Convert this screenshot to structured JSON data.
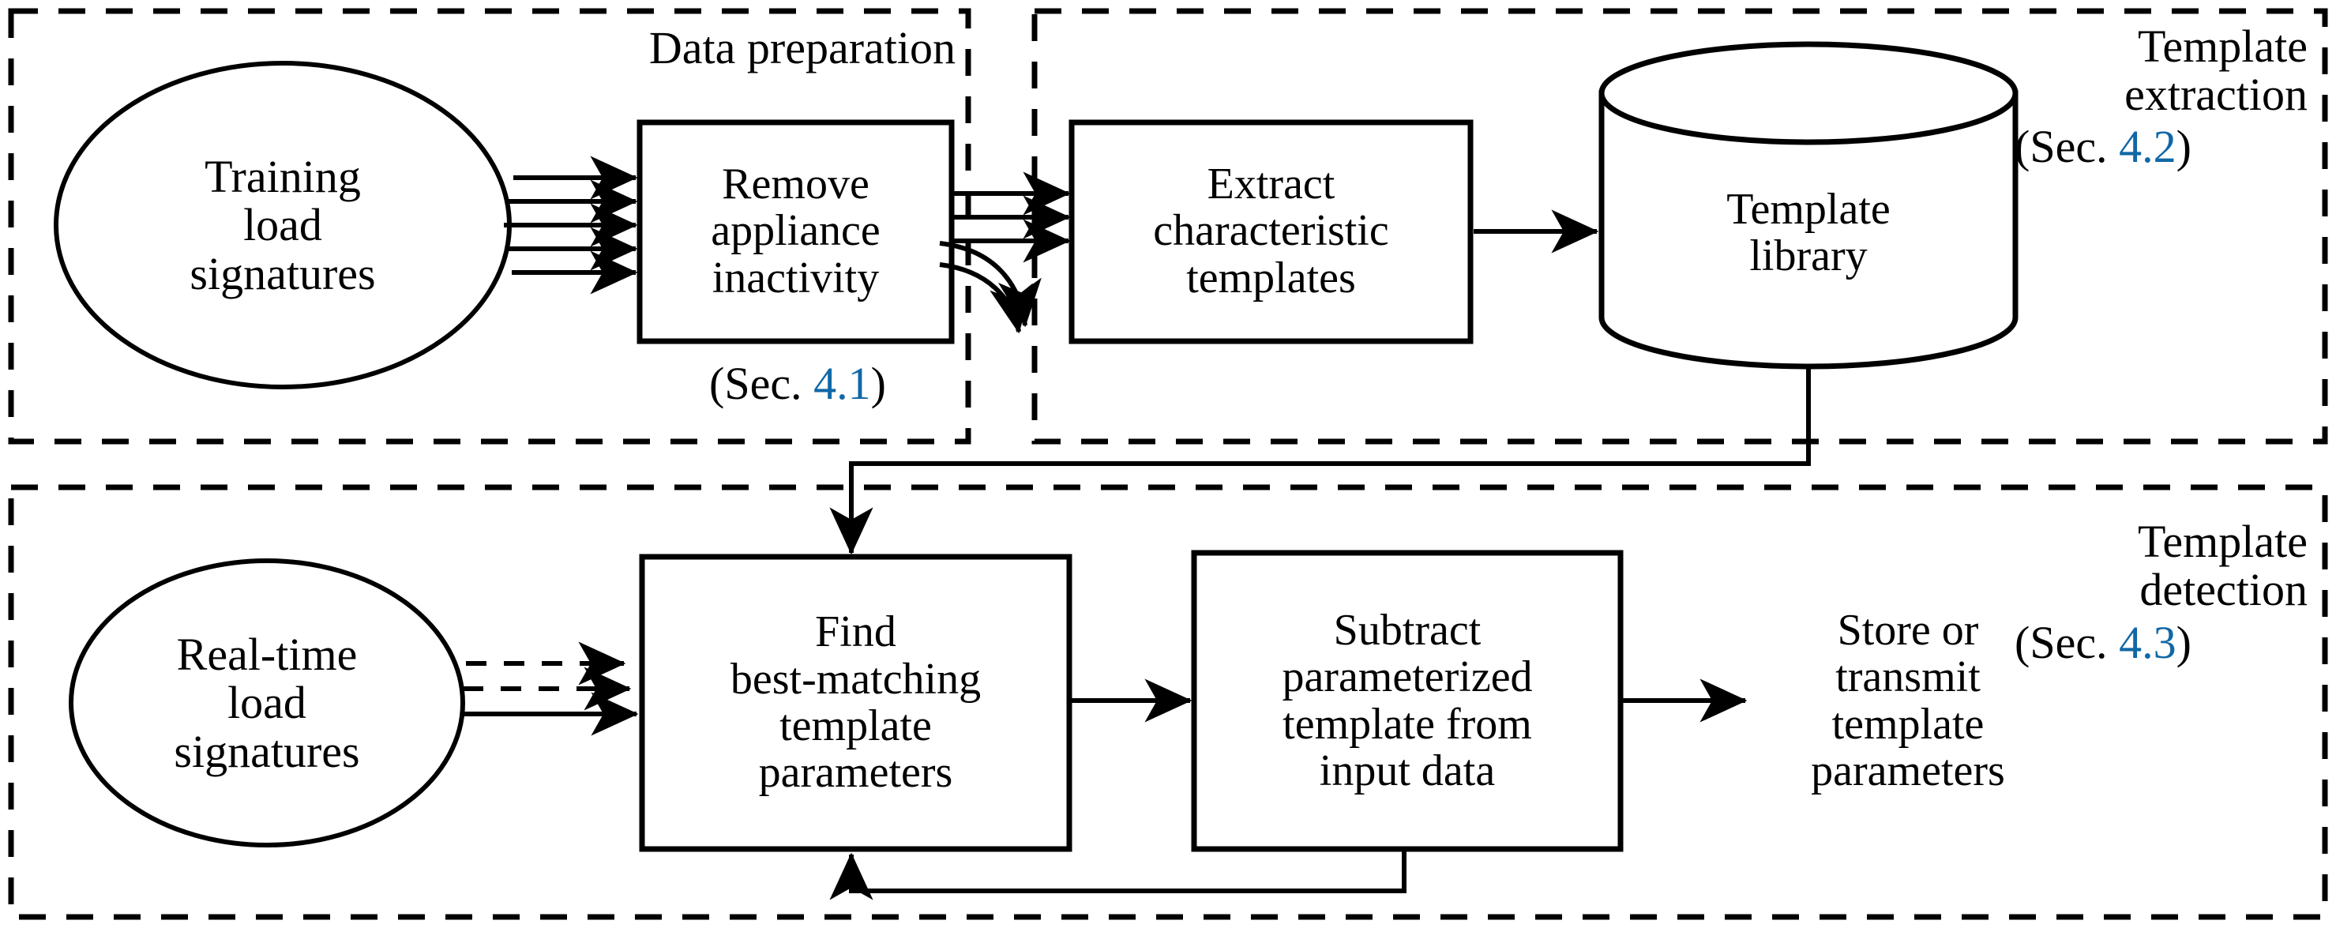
{
  "diagram": {
    "title_hidden": "",
    "colors": {
      "stroke": "#000000",
      "section_ref": "#1068a6",
      "background": "#ffffff"
    },
    "groups": [
      {
        "id": "data-preparation",
        "label": "Data preparation",
        "section_prefix": "(Sec. ",
        "section_number": "4.1",
        "section_suffix": ")"
      },
      {
        "id": "template-extraction",
        "label": "Template\nextraction",
        "section_prefix": "(Sec. ",
        "section_number": "4.2",
        "section_suffix": ")"
      },
      {
        "id": "template-detection",
        "label": "Template\ndetection",
        "section_prefix": "(Sec. ",
        "section_number": "4.3",
        "section_suffix": ")"
      }
    ],
    "nodes": [
      {
        "id": "training-load-signatures",
        "shape": "ellipse",
        "label": "Training\nload\nsignatures"
      },
      {
        "id": "remove-appliance-inactivity",
        "shape": "rect",
        "label": "Remove\nappliance\ninactivity"
      },
      {
        "id": "extract-characteristic-templates",
        "shape": "rect",
        "label": "Extract\ncharacteristic\ntemplates"
      },
      {
        "id": "template-library",
        "shape": "cylinder",
        "label": "Template\nlibrary"
      },
      {
        "id": "real-time-load-signatures",
        "shape": "ellipse",
        "label": "Real-time\nload\nsignatures"
      },
      {
        "id": "find-best-matching-template-parameters",
        "shape": "rect",
        "label": "Find\nbest-matching\ntemplate\nparameters"
      },
      {
        "id": "subtract-parameterized-template-from-input-data",
        "shape": "rect",
        "label": "Subtract\nparameterized\ntemplate from\ninput data"
      },
      {
        "id": "store-or-transmit-template-parameters",
        "shape": "text",
        "label": "Store or\ntransmit\ntemplate\nparameters"
      }
    ],
    "edges": [
      {
        "id": "training-to-remove",
        "from": "training-load-signatures",
        "to": "remove-appliance-inactivity",
        "style": "solid",
        "multiplicity": 5
      },
      {
        "id": "remove-to-extract",
        "from": "remove-appliance-inactivity",
        "to": "extract-characteristic-templates",
        "style": "solid",
        "multiplicity": 3
      },
      {
        "id": "remove-discard",
        "from": "remove-appliance-inactivity",
        "to": "discarded",
        "style": "curved-down",
        "multiplicity": 2
      },
      {
        "id": "extract-to-library",
        "from": "extract-characteristic-templates",
        "to": "template-library",
        "style": "solid",
        "multiplicity": 1
      },
      {
        "id": "library-to-find",
        "from": "template-library",
        "to": "find-best-matching-template-parameters",
        "style": "solid-routed",
        "multiplicity": 1
      },
      {
        "id": "realtime-to-find",
        "from": "real-time-load-signatures",
        "to": "find-best-matching-template-parameters",
        "style": "mixed-dashed-solid",
        "multiplicity": 3
      },
      {
        "id": "find-to-subtract",
        "from": "find-best-matching-template-parameters",
        "to": "subtract-parameterized-template-from-input-data",
        "style": "solid",
        "multiplicity": 1
      },
      {
        "id": "subtract-to-store",
        "from": "subtract-parameterized-template-from-input-data",
        "to": "store-or-transmit-template-parameters",
        "style": "solid",
        "multiplicity": 1
      },
      {
        "id": "subtract-feedback-to-find",
        "from": "subtract-parameterized-template-from-input-data",
        "to": "find-best-matching-template-parameters",
        "style": "solid-feedback",
        "multiplicity": 1
      }
    ]
  }
}
